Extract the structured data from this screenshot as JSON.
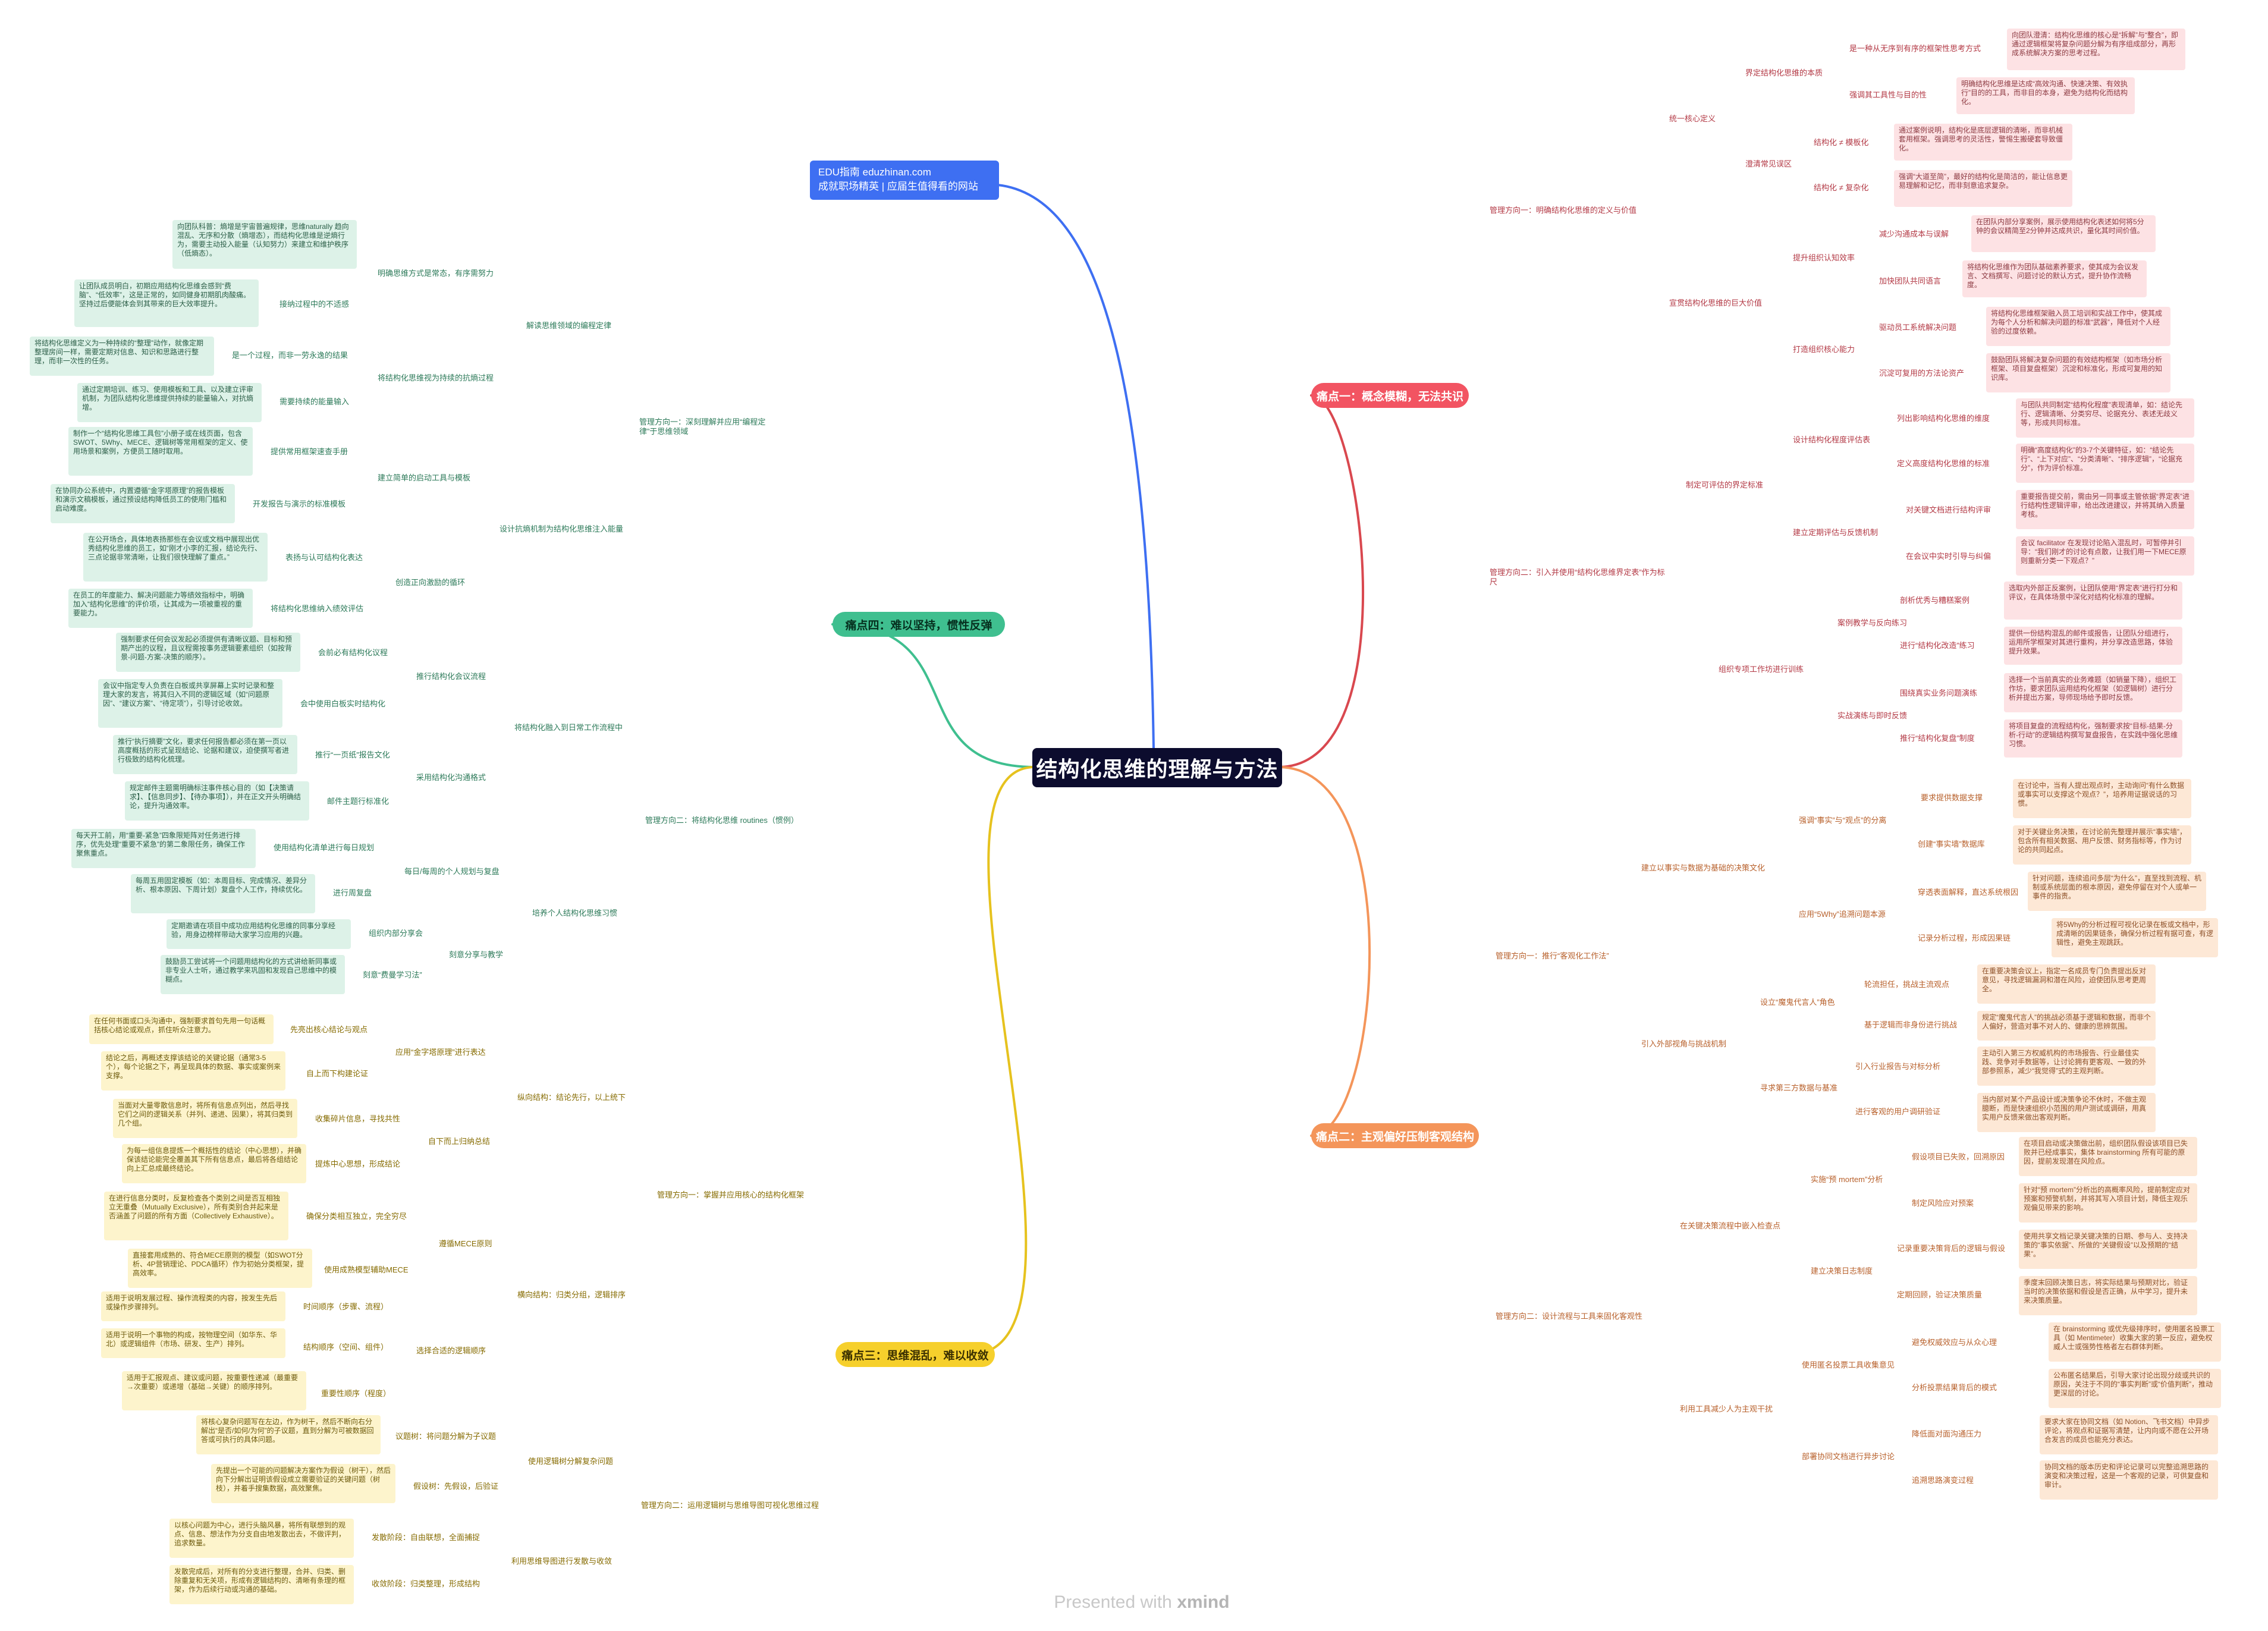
{
  "center": "结构化思维的理解与方法",
  "callout": {
    "line1": "EDU指南  eduzhinan.com",
    "line2": "成就职场精英 | 应届生值得看的网站"
  },
  "footer": {
    "prefix": "Presented with ",
    "brand": "xmind"
  },
  "colors": {
    "red": "#f25462",
    "orange": "#f4955a",
    "yellow": "#f6d02c",
    "green": "#3fbf8f",
    "blue": "#3e6ff2"
  },
  "pain1": {
    "title": "痛点一：概念模糊，无法共识",
    "dirA": {
      "label": "管理方向一：明确结构化思维的定义与价值",
      "a1": "统一核心定义",
      "a1a": "界定结构化思维的本质",
      "a1a1": "是一种从无序到有序的框架性思考方式",
      "a1a1t": "向团队澄清：结构化思维的核心是“拆解”与“整合”，即通过逻辑框架将复杂问题分解为有序组成部分，再形成系统解决方案的思考过程。",
      "a1a2": "强调其工具性与目的性",
      "a1a2t": "明确结构化思维是达成“高效沟通、快速决策、有效执行”目的的工具，而非目的本身，避免为结构化而结构化。",
      "a1b": "澄清常见误区",
      "a1b1": "结构化 ≠ 模板化",
      "a1b1t": "通过案例说明，结构化是底层逻辑的清晰，而非机械套用框架。强调思考的灵活性，警惕生搬硬套导致僵化。",
      "a1b2": "结构化 ≠ 复杂化",
      "a1b2t": "强调“大道至简”，最好的结构化是简洁的，能让信息更易理解和记忆，而非刻意追求复杂。",
      "a2": "宣贯结构化思维的巨大价值",
      "a2a": "提升组织认知效率",
      "a2a1": "减少沟通成本与误解",
      "a2a1t": "在团队内部分享案例，展示使用结构化表述如何将5分钟的会议精简至2分钟并达成共识，量化其时间价值。",
      "a2a2": "加快团队共同语言",
      "a2a2t": "将结构化思维作为团队基础素养要求，使其成为会议发言、文档撰写、问题讨论的默认方式，提升协作流畅度。",
      "a2b": "打造组织核心能力",
      "a2b1": "驱动员工系统解决问题",
      "a2b1t": "将结构化思维框架融入员工培训和实战工作中，使其成为每个人分析和解决问题的标准“武器”，降低对个人经验的过度依赖。",
      "a2b2": "沉淀可复用的方法论资产",
      "a2b2t": "鼓励团队将解决复杂问题的有效结构框架（如市场分析框架、项目复盘框架）沉淀和标准化，形成可复用的知识库。"
    },
    "dirB": {
      "label": "管理方向二：引入并使用“结构化思维界定表”作为标尺",
      "b1": "制定可评估的界定标准",
      "b1a": "设计结构化程度评估表",
      "b1a1": "列出影响结构化思维的维度",
      "b1a1t": "与团队共同制定“结构化程度”表现清单，如：结论先行、逻辑清晰、分类穷尽、论据充分、表述无歧义等，形成共同标准。",
      "b1a2": "定义高度结构化思维的标准",
      "b1a2t": "明确“高度结构化”的3-7个关键特征，如：“结论先行”、“上下对应”、“分类清晰”、“排序逻辑”，“论据充分”，作为评价标准。",
      "b1b": "建立定期评估与反馈机制",
      "b1b1": "对关键文档进行结构评审",
      "b1b1t": "重要报告提交前，需由另一同事或主管依据“界定表”进行结构性逻辑评审，给出改进建议，并将其纳入质量考核。",
      "b1b2": "在会议中实时引导与纠偏",
      "b1b2t": "会议 facilitator 在发现讨论陷入混乱时，可暂停并引导：“我们刚才的讨论有点散，让我们用一下MECE原则重新分类一下观点？”",
      "b2": "组织专项工作坊进行训练",
      "b2a": "案例教学与反向练习",
      "b2a1": "剖析优秀与糟糕案例",
      "b2a1t": "选取内外部正反案例，让团队使用“界定表”进行打分和评议，在具体场景中深化对结构化标准的理解。",
      "b2a2": "进行“结构化改造”练习",
      "b2a2t": "提供一份结构混乱的邮件或报告，让团队分组进行，运用所学框架对其进行重构，并分享改造思路，体验提升效果。",
      "b2b": "实战演练与即时反馈",
      "b2b1": "围绕真实业务问题演练",
      "b2b1t": "选择一个当前真实的业务难题（如销量下降），组织工作坊，要求团队运用结构化框架（如逻辑树）进行分析并提出方案，导师现场给予即时反馈。",
      "b2b2": "推行“结构化复盘”制度",
      "b2b2t": "将项目复盘的流程结构化，强制要求按“目标-结果-分析-行动”的逻辑结构撰写复盘报告，在实践中强化思维习惯。"
    }
  },
  "pain2": {
    "title": "痛点二：主观偏好压制客观结构",
    "dirA": {
      "label": "管理方向一：推行“客观化工作法”",
      "a1": "建立以事实与数据为基础的决策文化",
      "a1a": "强调“事实”与“观点”的分离",
      "a1a1": "要求提供数据支撑",
      "a1a1t": "在讨论中，当有人提出观点时，主动询问“有什么数据或事实可以支撑这个观点？”，培养用证据说话的习惯。",
      "a1a2": "创建“事实墙”数据库",
      "a1a2t": "对于关键业务决策，在讨论前先整理并展示“事实墙”，包含所有相关数据、用户反馈、财务指标等，作为讨论的共同起点。",
      "a1b": "应用“5Why”追溯问题本源",
      "a1b1": "穿透表面解释，直达系统根因",
      "a1b1t": "针对问题，连续追问多层“为什么”，直至找到流程、机制或系统层面的根本原因，避免停留在对个人或单一事件的指责。",
      "a1b2": "记录分析过程，形成因果链",
      "a1b2t": "将5Why的分析过程可视化记录在板或文档中，形成清晰的因果链条，确保分析过程有据可查，有逻辑性，避免主观跳跃。",
      "a2": "引入外部视角与挑战机制",
      "a2a": "设立“魔鬼代言人”角色",
      "a2a1": "轮流担任，挑战主流观点",
      "a2a1t": "在重要决策会议上，指定一名成员专门负责提出反对意见，寻找逻辑漏洞和潜在风险，迫使团队思考更周全。",
      "a2a2": "基于逻辑而非身份进行挑战",
      "a2a2t": "规定“魔鬼代言人”的挑战必须基于逻辑和数据，而非个人偏好，营造对事不对人的、健康的思辨氛围。",
      "a2b": "寻求第三方数据与基准",
      "a2b1": "引入行业报告与对标分析",
      "a2b1t": "主动引入第三方权威机构的市场报告、行业最佳实践、竞争对手数据等，让讨论拥有更客观、一致的外部参照系，减少“我觉得”式的主观判断。",
      "a2b2": "进行客观的用户调研验证",
      "a2b2t": "当内部对某个产品设计或决策争论不休时，不做主观臆断，而是快速组织小范围的用户测试或调研，用真实用户反馈来做出客观判断。"
    },
    "dirB": {
      "label": "管理方向二：设计流程与工具来固化客观性",
      "b1": "在关键决策流程中嵌入检查点",
      "b1a": "实施“预 mortem”分析",
      "b1a1": "假设项目已失败，回溯原因",
      "b1a1t": "在项目启动或决策做出前，组织团队假设该项目已失败并已经成事实，集体 brainstorming 所有可能的原因，提前发现潜在风险点。",
      "b1a2": "制定风险应对预案",
      "b1a2t": "针对“预 mortem”分析出的高概率风险，提前制定应对预案和预警机制，并将其写入项目计划，降低主观乐观偏见带来的影响。",
      "b1b": "建立决策日志制度",
      "b1b1": "记录重要决策背后的逻辑与假设",
      "b1b1t": "使用共享文档记录关键决策的日期、参与人、支持决策的“事实依据”、所做的“关键假设”以及预期的“结果”。",
      "b1b2": "定期回顾，验证决策质量",
      "b1b2t": "季度末回顾决策日志，将实际结果与预期对比，验证当时的决策依据和假设是否正确，从中学习，提升未来决策质量。",
      "b2": "利用工具减少人为主观干扰",
      "b2a": "使用匿名投票工具收集意见",
      "b2a1": "避免权威效应与从众心理",
      "b2a1t": "在 brainstorming 或优先级排序时，使用匿名投票工具（如 Mentimeter）收集大家的第一反应，避免权威人士或强势性格者左右群体判断。",
      "b2a2": "分析投票结果背后的模式",
      "b2a2t": "公布匿名结果后，引导大家讨论出现分歧或共识的原因，关注于不同的“事实判断”或“价值判断”，推动更深层的讨论。",
      "b2b": "部署协同文档进行异步讨论",
      "b2b1": "降低面对面沟通压力",
      "b2b1t": "要求大家在协同文档（如 Notion、飞书文档）中异步评论，将观点和证据写清楚，让内向或不愿在公开场合发言的成员也能充分表达。",
      "b2b2": "追溯思路演变过程",
      "b2b2t": "协同文档的版本历史和评论记录可以完整追溯思路的演变和决策过程，这是一个客观的记录，可供复盘和审计。"
    }
  },
  "pain3": {
    "title": "痛点三：思维混乱，难以收敛",
    "dirA": {
      "label": "管理方向一：掌握并应用核心的结构化框架",
      "a1": "纵向结构：结论先行，以上统下",
      "a1a": "应用“金字塔原理”进行表达",
      "a1a1": "先亮出核心结论与观点",
      "a1a1t": "在任何书面或口头沟通中，强制要求首句先用一句话概括核心结论或观点，抓住听众注意力。",
      "a1a2": "自上而下构建论证",
      "a1a2t": "结论之后，再概述支撑该结论的关键论据（通常3-5个），每个论据之下，再呈现具体的数据、事实或案例来支撑。",
      "a1b": "自下而上归纳总结",
      "a1b1": "收集碎片信息，寻找共性",
      "a1b1t": "当面对大量零散信息时，将所有信息点列出，然后寻找它们之间的逻辑关系（并列、递进、因果），将其归类到几个组。",
      "a1b2": "提炼中心思想，形成结论",
      "a1b2t": "为每一组信息提炼一个概括性的结论（中心思想），并确保该结论能完全覆盖其下所有信息点，最后将各组结论向上汇总成最终结论。",
      "a2": "横向结构：归类分组，逻辑排序",
      "a2a": "遵循MECE原则",
      "a2a1": "确保分类相互独立，完全穷尽",
      "a2a1t": "在进行信息分类时，反复检查各个类别之间是否互相独立无重叠（Mutually Exclusive），所有类别合并起来是否涵盖了问题的所有方面（Collectively Exhaustive）。",
      "a2a2": "使用成熟模型辅助MECE",
      "a2a2t": "直接套用成熟的、符合MECE原则的模型（如SWOT分析、4P营销理论、PDCA循环）作为初始分类框架，提高效率。",
      "a2b": "选择合适的逻辑顺序",
      "a2b1": "时间顺序（步骤、流程）",
      "a2b1t": "适用于说明发展过程、操作流程类的内容，按发生先后或操作步骤排列。",
      "a2b2": "结构顺序（空间、组件）",
      "a2b2t": "适用于说明一个事物的构成，按物理空间（如华东、华北）或逻辑组件（市场、研发、生产）排列。",
      "a2b3": "重要性顺序（程度）",
      "a2b3t": "适用于汇报观点、建议或问题，按重要性递减（最重要→次重要）或递增（基础→关键）的顺序排列。"
    },
    "dirB": {
      "label": "管理方向二：运用逻辑树与思维导图可视化思维过程",
      "b1": "使用逻辑树分解复杂问题",
      "b1a": "议题树：将问题分解为子议题",
      "b1a1t": "将核心复杂问题写在左边，作为树干，然后不断向右分解出“是否/如何/为何”的子议题，直到分解为可被数据回答或可执行的具体问题。",
      "b1b": "假设树：先假设，后验证",
      "b1b1t": "先提出一个可能的问题解决方案作为假设（树干），然后向下分解出证明该假设成立需要验证的关键问题（树枝），并着手搜集数据，高效聚焦。",
      "b2": "利用思维导图进行发散与收敛",
      "b2a": "发散阶段：自由联想，全面捕捉",
      "b2a1t": "以核心问题为中心，进行头脑风暴，将所有联想到的观点、信息、想法作为分支自由地发散出去，不做评判，追求数量。",
      "b2b": "收敛阶段：归类整理，形成结构",
      "b2b1t": "发散完成后，对所有的分支进行整理，合并、归类、删除重复和无关项，形成有逻辑结构的、清晰有条理的框架，作为后续行动或沟通的基础。"
    }
  },
  "pain4": {
    "title": "痛点四：难以坚持，惯性反弹",
    "dirA": {
      "label": "管理方向一：深刻理解并应用“编程定律”于思维领域",
      "a1": "解读思维领域的编程定律",
      "a1a": "明确思维方式是常态，有序需努力",
      "a1a1t": "向团队科普：熵增是宇宙普遍规律，思维naturally 趋向混乱、无序和分散（熵增态），而结构化思维是逆熵行为，需要主动投入能量（认知努力）来建立和维护秩序（低熵态）。",
      "a1a2": "接纳过程中的不适感",
      "a1a2t": "让团队成员明白，初期应用结构化思维会感到“费脑”、“低效率”，这是正常的，如同健身初期肌肉酸痛。坚持过后便能体会到其带来的巨大效率提升。",
      "a1b": "将结构化思维视为持续的抗熵过程",
      "a1b1": "是一个过程，而非一劳永逸的结果",
      "a1b1t": "将结构化思维定义为一种持续的“整理”动作，就像定期整理房间一样，需要定期对信息、知识和思路进行整理，而非一次性的任务。",
      "a1b2": "需要持续的能量输入",
      "a1b2t": "通过定期培训、练习、使用模板和工具、以及建立评审机制，为团队结构化思维提供持续的能量输入，对抗熵增。",
      "a2": "设计抗熵机制为结构化思维注入能量",
      "a2a": "建立简单的启动工具与模板",
      "a2a1": "提供常用框架速查手册",
      "a2a1t": "制作一个“结构化思维工具包”小册子或在线页面，包含SWOT、5Why、MECE、逻辑树等常用框架的定义、使用场景和案例，方便员工随时取用。",
      "a2a2": "开发报告与演示的标准模板",
      "a2a2t": "在协同办公系统中，内置遵循“金字塔原理”的报告模板和演示文稿模板，通过预设结构降低员工的使用门槛和启动难度。",
      "a2b": "创造正向激励的循环",
      "a2b1": "表扬与认可结构化表达",
      "a2b1t": "在公开场合，具体地表扬那些在会议或文档中展现出优秀结构化思维的员工，如“刚才小李的汇报，结论先行、三点论据非常清晰，让我们很快理解了重点。”",
      "a2b2": "将结构化思维纳入绩效评估",
      "a2b2t": "在员工的年度能力、解决问题能力等绩效指标中，明确加入“结构化思维”的评价项，让其成为一项被重视的重要能力。"
    },
    "dirB": {
      "label": "管理方向二：将结构化思维 routines（惯例）",
      "b1": "将结构化融入到日常工作流程中",
      "b1a": "推行结构化会议流程",
      "b1a1": "会前必有结构化议程",
      "b1a1t": "强制要求任何会议发起必须提供有清晰议题、目标和预期产出的议程，且议程需按事务逻辑要素组织（如按背景-问题-方案-决策的顺序）。",
      "b1a2": "会中使用白板实时结构化",
      "b1a2t": "会议中指定专人负责在白板或共享屏幕上实时记录和整理大家的发言，将其归入不同的逻辑区域（如“问题原因”、“建议方案”、“待定项”），引导讨论收敛。",
      "b1b": "采用结构化沟通格式",
      "b1b1": "推行“一页纸”报告文化",
      "b1b1t": "推行“执行摘要”文化，要求任何报告都必须在第一页以高度概括的形式呈现结论、论据和建议，迫使撰写者进行极致的结构化梳理。",
      "b1b2": "邮件主题行标准化",
      "b1b2t": "规定邮件主题需明确标注事件核心目的（如【决策请求】、【信息同步】、【待办事项】），并在正文开头明确结论，提升沟通效率。",
      "b2": "培养个人结构化思维习惯",
      "b2a": "每日/每周的个人规划与复盘",
      "b2a1": "使用结构化清单进行每日规划",
      "b2a1t": "每天开工前，用“重要-紧急”四象限矩阵对任务进行排序，优先处理“重要不紧急”的第二象限任务，确保工作聚焦重点。",
      "b2a2": "进行周复盘",
      "b2a2t": "每周五用固定模板（如：本周目标、完成情况、差异分析、根本原因、下周计划）复盘个人工作，持续优化。",
      "b2b": "刻意分享与教学",
      "b2b1": "组织内部分享会",
      "b2b1t": "定期邀请在项目中成功应用结构化思维的同事分享经验，用身边榜样带动大家学习应用的兴趣。",
      "b2b2": "刻意“费曼学习法”",
      "b2b2t": "鼓励员工尝试将一个问题用结构化的方式讲给新同事或非专业人士听，通过教学来巩固和发现自己思维中的模糊点。"
    }
  }
}
